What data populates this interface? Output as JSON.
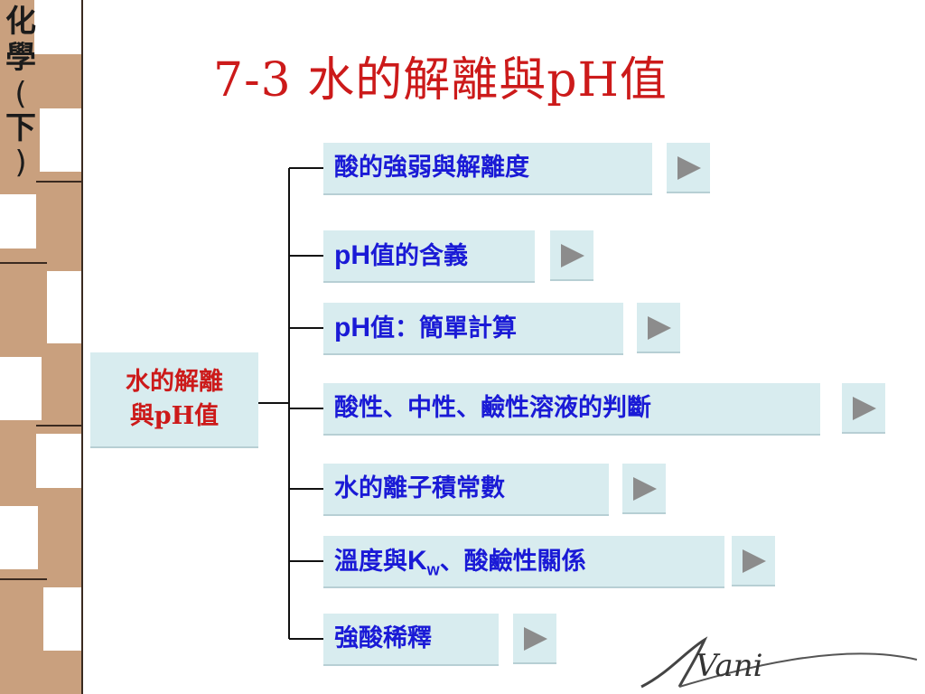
{
  "sidebar": {
    "label_chars": [
      "化",
      "學",
      "(",
      "下",
      ")"
    ]
  },
  "title": "7-3 水的解離與pH值",
  "root": {
    "line1": "水的解離",
    "line2": "與pH值"
  },
  "topics": [
    {
      "text": "酸的強弱與解離度"
    },
    {
      "latin": "pH",
      "text": "值的含義"
    },
    {
      "latin": "pH",
      "text": "值：簡單計算"
    },
    {
      "text": "酸性、中性、鹼性溶液的判斷"
    },
    {
      "text": "水的離子積常數"
    },
    {
      "prefix": "溫度與",
      "latin": "K",
      "sub": "w",
      "text": "、酸鹼性關係"
    },
    {
      "text": "強酸稀釋"
    }
  ],
  "nav_icon": "play-triangle-icon",
  "logo_text": "Vani",
  "colors": {
    "title": "#cc1a1a",
    "topic_text": "#1a1ad6",
    "box_fill": "#d8ecef",
    "strip": "#c9a07e"
  }
}
